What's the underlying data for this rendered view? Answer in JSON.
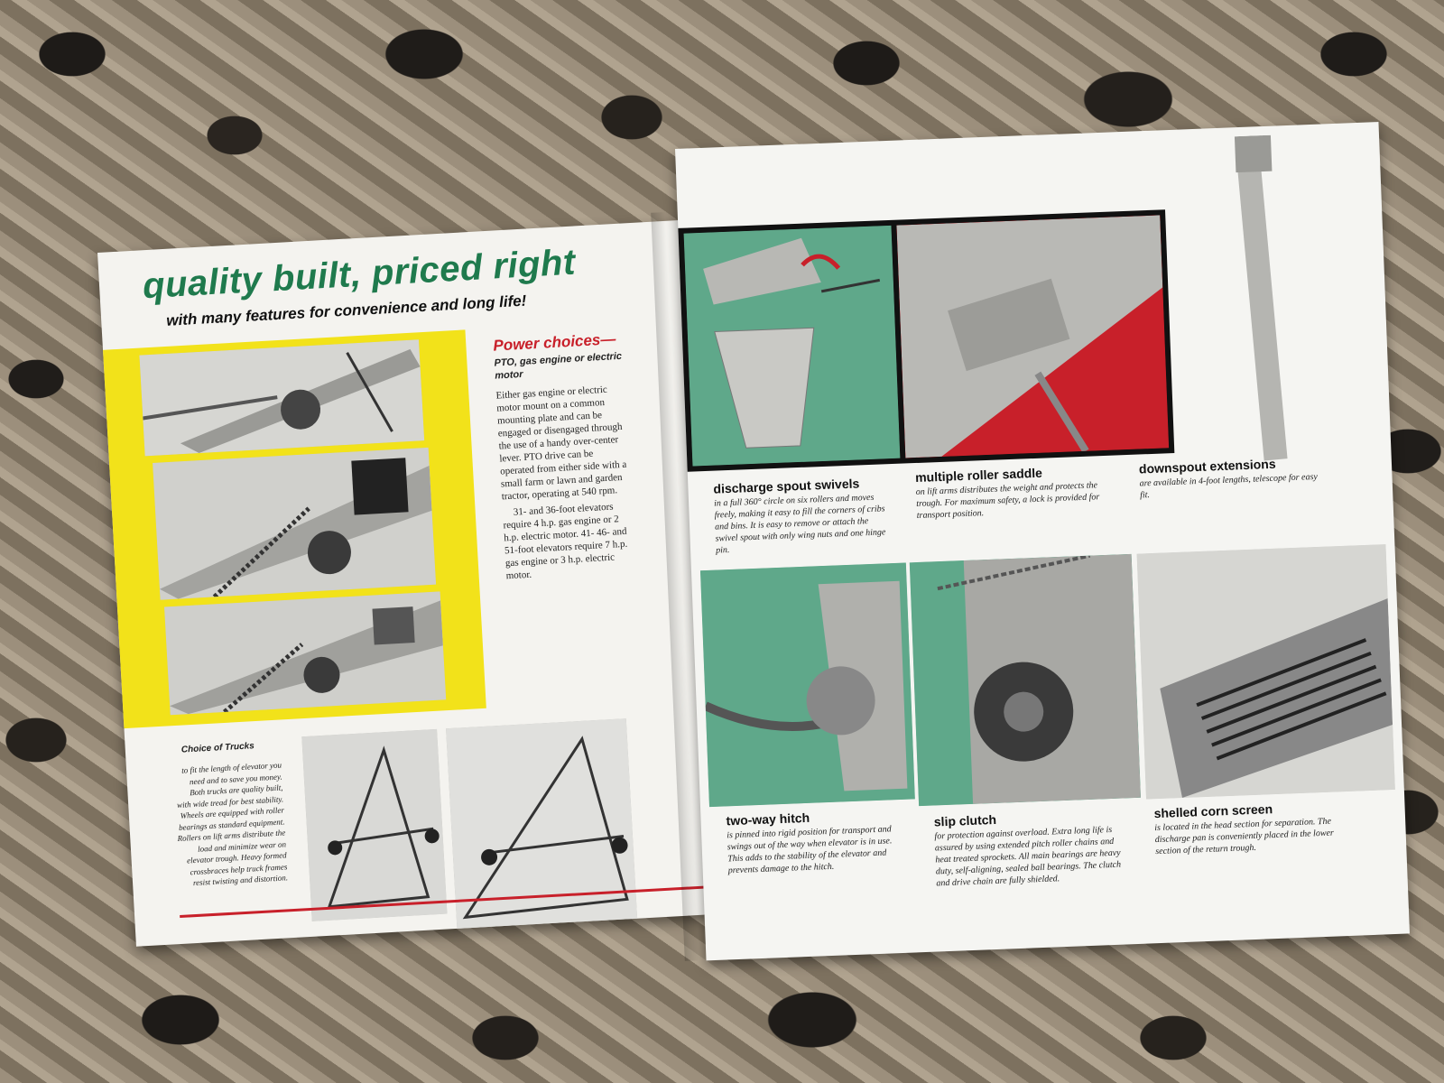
{
  "headline": "quality built, priced right",
  "subhead": "with many features for convenience and long life!",
  "power": {
    "title": "Power choices—",
    "subtitle": "PTO, gas engine or electric motor",
    "para1": "Either gas engine or electric motor mount on a common mounting plate and can be engaged or disengaged through the use of a handy over-center lever. PTO drive can be operated from either side with a small farm or lawn and garden tractor, operating at 540 rpm.",
    "para2": "31- and 36-foot elevators require 4 h.p. gas engine or 2 h.p. electric motor. 41- 46- and 51-foot elevators require 7 h.p. gas engine or 3 h.p. electric motor."
  },
  "trucks": {
    "title": "Choice of Trucks",
    "body": "to fit the length of elevator you need and to save you money. Both trucks are quality built, with wide tread for best stability. Wheels are equipped with roller bearings as standard equipment. Rollers on lift arms distribute the load and minimize wear on elevator trough. Heavy formed crossbraces help truck frames resist twisting and distortion."
  },
  "features": {
    "discharge": {
      "title": "discharge spout swivels",
      "body": "in a full 360° circle on six rollers and moves freely, making it easy to fill the corners of cribs and bins. It is easy to remove or attach the swivel spout with only wing nuts and one hinge pin."
    },
    "saddle": {
      "title": "multiple roller saddle",
      "body": "on lift arms distributes the weight and protects the trough. For maximum safety, a lock is provided for transport position."
    },
    "downspout": {
      "title": "downspout extensions",
      "body": "are available in 4-foot lengths, telescope for easy fit."
    },
    "hitch": {
      "title": "two-way hitch",
      "body": "is pinned into rigid position for transport and swings out of the way when elevator is in use. This adds to the stability of the elevator and prevents damage to the hitch."
    },
    "clutch": {
      "title": "slip clutch",
      "body": "for protection against overload. Extra long life is assured by using extended pitch roller chains and heat treated sprockets. All main bearings are heavy duty, self-aligning, sealed ball bearings. The clutch and drive chain are fully shielded."
    },
    "screen": {
      "title": "shelled corn screen",
      "body": "is located in the head section for separation. The discharge pan is conveniently placed in the lower section of the return trough."
    }
  },
  "colors": {
    "green": "#1f7a4d",
    "red": "#c8202a",
    "yellow": "#f2e21a",
    "mint": "#5fa88a"
  }
}
